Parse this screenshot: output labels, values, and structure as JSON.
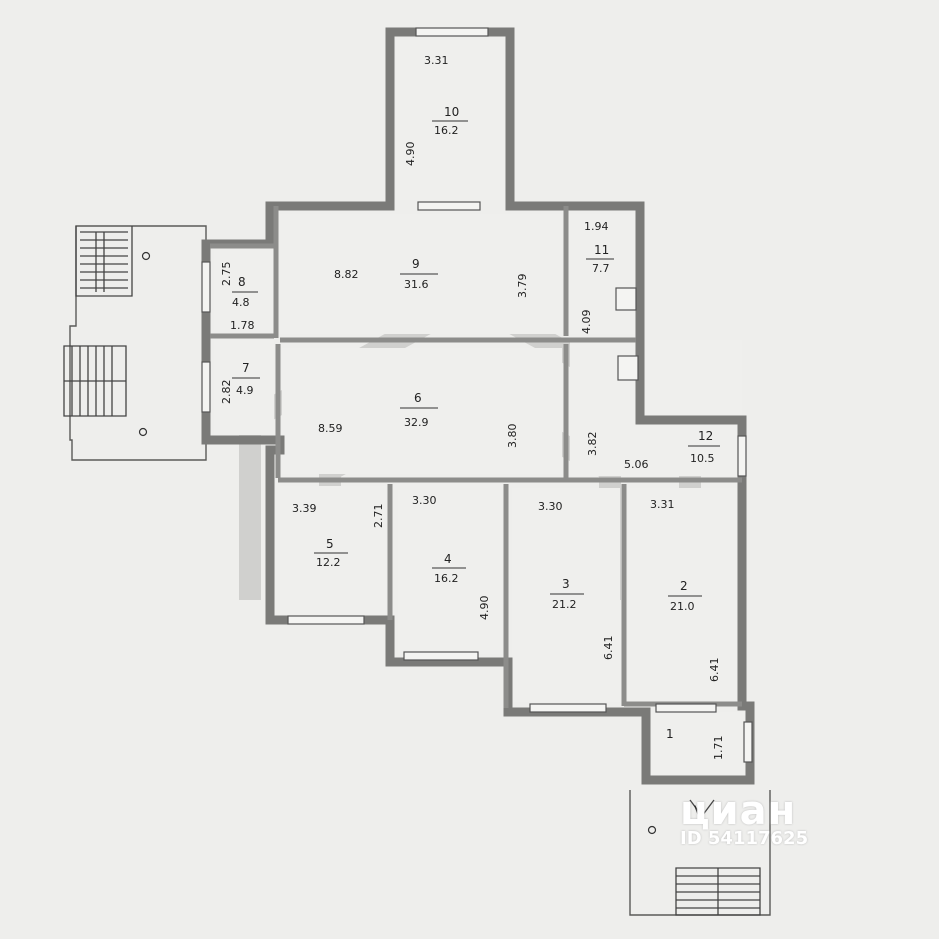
{
  "rooms": [
    {
      "id": "10",
      "number": "10",
      "area": "16.2",
      "dim_top": "3.31",
      "dim_side": "4.90"
    },
    {
      "id": "9",
      "number": "9",
      "area": "31.6",
      "dim_left": "8.82",
      "dim_side": "3.79"
    },
    {
      "id": "11",
      "number": "11",
      "area": "7.7",
      "dim_top": "1.94",
      "dim_side": "4.09"
    },
    {
      "id": "8",
      "number": "8",
      "area": "4.8",
      "dim_side": "2.75",
      "dim_bottom": "1.78"
    },
    {
      "id": "7",
      "number": "7",
      "area": "4.9",
      "dim_side": "2.82"
    },
    {
      "id": "6",
      "number": "6",
      "area": "32.9",
      "dim_left": "8.59",
      "dim_side": "3.80"
    },
    {
      "id": "12",
      "number": "12",
      "area": "10.5",
      "dim_side": "3.82",
      "dim_bottom": "5.06"
    },
    {
      "id": "5",
      "number": "5",
      "area": "12.2",
      "dim_top": "3.39",
      "dim_side": "2.71"
    },
    {
      "id": "4",
      "number": "4",
      "area": "16.2",
      "dim_top": "3.30",
      "dim_side": "4.90"
    },
    {
      "id": "3",
      "number": "3",
      "area": "21.2",
      "dim_top": "3.30",
      "dim_side": "6.41"
    },
    {
      "id": "2",
      "number": "2",
      "area": "21.0",
      "dim_top": "3.31",
      "dim_side": "6.41"
    },
    {
      "id": "1",
      "number": "1",
      "area": "",
      "dim_side": "1.71"
    }
  ],
  "markers": {
    "entrance": "V"
  },
  "watermark": {
    "brand": "циан",
    "listing_id": "ID 54117625"
  }
}
